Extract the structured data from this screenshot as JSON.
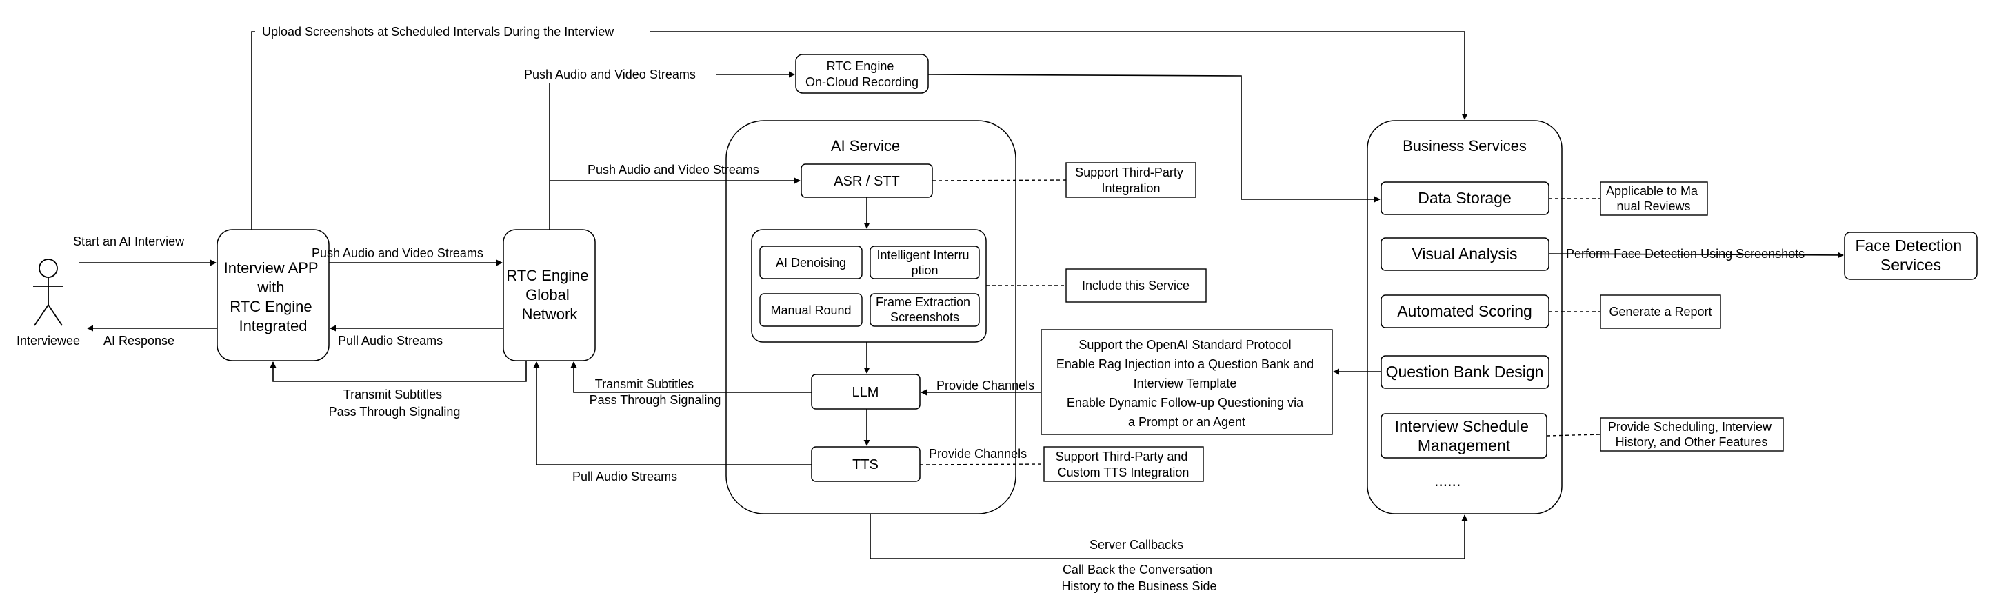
{
  "nodes": {
    "interviewee": "Interviewee",
    "interview_app": [
      "Interview APP",
      "with",
      "RTC Engine",
      "Integrated"
    ],
    "rtc_global": [
      "RTC Engine",
      "Global",
      "Network"
    ],
    "rtc_recording": [
      "RTC Engine",
      "On-Cloud Recording"
    ],
    "ai_service_title": "AI Service",
    "asr": "ASR / STT",
    "ai_denoising": "AI Denoising",
    "intelligent_interruption": [
      "Intelligent Interru",
      "ption"
    ],
    "manual_round": "Manual Round",
    "frame_extraction": [
      "Frame Extraction",
      "Screenshots"
    ],
    "llm": "LLM",
    "tts": "TTS",
    "business_title": "Business Services",
    "data_storage": "Data Storage",
    "visual_analysis": "Visual Analysis",
    "automated_scoring": "Automated Scoring",
    "question_bank": "Question Bank Design",
    "interview_schedule": [
      "Interview Schedule",
      "Management"
    ],
    "ellipsis": "......",
    "face_detection": [
      "Face Detection",
      "Services"
    ]
  },
  "notes": {
    "third_party_integration": [
      "Support Third-Party",
      "Integration"
    ],
    "include_service": "Include this Service",
    "openai_protocol": [
      "Support the OpenAI Standard Protocol",
      "Enable Rag Injection into a Question Bank and",
      "Interview Template",
      "Enable Dynamic Follow-up Questioning via",
      "a Prompt or an Agent"
    ],
    "custom_tts": [
      "Support Third-Party and",
      "Custom TTS Integration"
    ],
    "manual_reviews": [
      "Applicable to Ma",
      "nual Reviews"
    ],
    "generate_report": "Generate a Report",
    "scheduling": [
      "Provide Scheduling, Interview",
      "History, and Other Features"
    ]
  },
  "edges": {
    "upload_screenshots": "Upload Screenshots at Scheduled Intervals During the Interview",
    "push_av_top": "Push Audio and Video Streams",
    "push_av_asr": "Push Audio and Video Streams",
    "start_interview": "Start an AI Interview",
    "push_av_app": "Push Audio and Video Streams",
    "ai_response": "AI Response",
    "pull_audio_app": "Pull Audio Streams",
    "transmit_subtitles_app": [
      "Transmit Subtitles",
      "Pass Through Signaling"
    ],
    "transmit_subtitles_llm": [
      "Transmit Subtitles",
      "Pass Through Signaling"
    ],
    "provide_channels_llm": "Provide Channels",
    "provide_channels_tts": "Provide Channels",
    "pull_audio_tts": "Pull Audio Streams",
    "perform_face_detection": "Perform Face Detection Using Screenshots",
    "server_callbacks": "Server Callbacks",
    "call_back": [
      "Call Back the Conversation",
      "History to the Business Side"
    ]
  }
}
